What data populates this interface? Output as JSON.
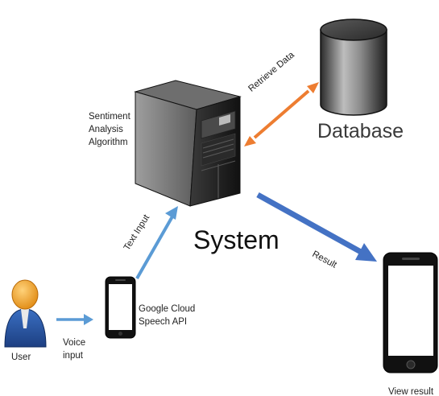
{
  "nodes": {
    "user": "User",
    "voice_input": "Voice input",
    "cloud_api": "Google Cloud Speech API",
    "algorithm": "Sentiment Analysis Algorithm",
    "system": "System",
    "database": "Database",
    "view_result": "View result"
  },
  "edges": {
    "retrieve": "Retrieve Data",
    "text_input": "Text Input",
    "result": "Result"
  },
  "colors": {
    "light_arrow": "#5b9bd5",
    "result_arrow": "#4472c4",
    "retrieve_arrow": "#ed7d31"
  }
}
